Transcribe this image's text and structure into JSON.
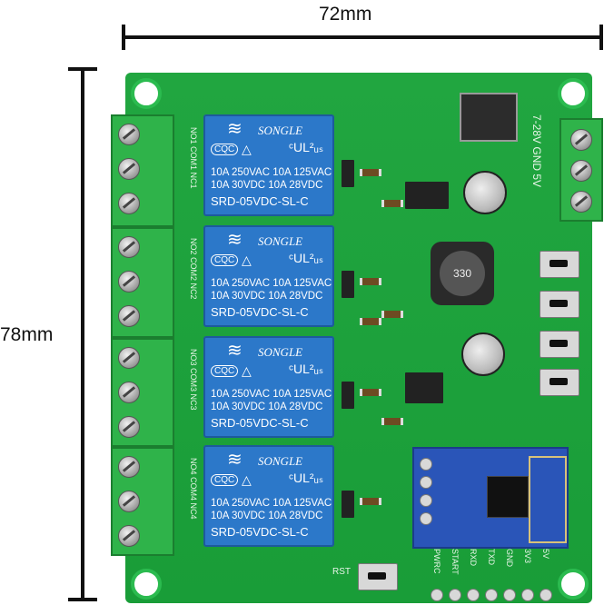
{
  "dimensions": {
    "width_label": "72mm",
    "height_label": "78mm"
  },
  "relays": [
    {
      "brand": "SONGLE",
      "cert": "CQC",
      "ul": "ᶜUL²ᵤₛ",
      "rating_line1": "10A 250VAC  10A 125VAC",
      "rating_line2": "10A  30VDC  10A  28VDC",
      "model": "SRD-05VDC-SL-C"
    },
    {
      "brand": "SONGLE",
      "cert": "CQC",
      "ul": "ᶜUL²ᵤₛ",
      "rating_line1": "10A 250VAC  10A 125VAC",
      "rating_line2": "10A  30VDC  10A  28VDC",
      "model": "SRD-05VDC-SL-C"
    },
    {
      "brand": "SONGLE",
      "cert": "CQC",
      "ul": "ᶜUL²ᵤₛ",
      "rating_line1": "10A 250VAC  10A 125VAC",
      "rating_line2": "10A  30VDC  10A  28VDC",
      "model": "SRD-05VDC-SL-C"
    },
    {
      "brand": "SONGLE",
      "cert": "CQC",
      "ul": "ᶜUL²ᵤₛ",
      "rating_line1": "10A 250VAC  10A 125VAC",
      "rating_line2": "10A  30VDC  10A  28VDC",
      "model": "SRD-05VDC-SL-C"
    }
  ],
  "terminal_labels": [
    "NO1 COM1 NC1",
    "NO2 COM2 NC2",
    "NO3 COM3 NC3",
    "NO4 COM4 NC4"
  ],
  "power_terminal_label": "7-28V GND 5V",
  "inductor_label": "330",
  "reset_label": "RST",
  "pin_header_labels": [
    "PWRC",
    "START",
    "RXD",
    "TXD",
    "GND",
    "3V3",
    "5V"
  ],
  "colors": {
    "board": "#1aa33a",
    "terminal": "#2fb34a",
    "relay": "#2c78c9",
    "wifi_module": "#2a55b8"
  }
}
